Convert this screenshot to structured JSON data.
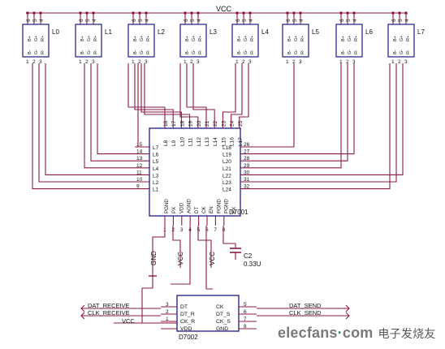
{
  "labels": {
    "vcc_top": "VCC",
    "led_names": [
      "L0",
      "L1",
      "L2",
      "L3",
      "L4",
      "L5",
      "L6",
      "L7"
    ],
    "led_pin_top": [
      "6",
      "5",
      "4"
    ],
    "led_pin_bottom": [
      "1",
      "2",
      "3"
    ],
    "led_pin_names_top": [
      "B+",
      "G+",
      "R+"
    ],
    "led_pin_names_bottom": [
      "B-",
      "G-",
      "R-"
    ],
    "d7001": {
      "name": "D7001",
      "top_numbers": [
        "16",
        "17",
        "18",
        "19",
        "20",
        "21",
        "22",
        "23",
        "24",
        "25"
      ],
      "top_names": [
        "L8",
        "L9",
        "L10",
        "L11",
        "L12",
        "L13",
        "L14",
        "L15",
        "L16",
        "L17"
      ],
      "left_numbers": [
        "15",
        "14",
        "13",
        "12",
        "11",
        "10",
        "9"
      ],
      "left_names": [
        "L7",
        "L6",
        "L5",
        "L4",
        "L3",
        "L2",
        "L1"
      ],
      "right_numbers": [
        "26",
        "27",
        "28",
        "29",
        "30",
        "31",
        "32"
      ],
      "right_names": [
        "L18",
        "L19",
        "L20",
        "L21",
        "L22",
        "L23",
        "L24"
      ],
      "bottom_numbers": [
        "1",
        "2",
        "3",
        "4",
        "5",
        "6",
        "7",
        "8"
      ],
      "bottom_names": [
        "PGND",
        "PX",
        "VDD",
        "AGND",
        "DT",
        "CK",
        "EN",
        "PGND",
        "PGND",
        "EX"
      ]
    },
    "gnd": "GND",
    "vcc_mid_1": "VCC",
    "vcc_mid_2": "VCC",
    "cap_name": "C2",
    "cap_value": "0.33U",
    "d7002": {
      "name": "D7002",
      "left_numbers": [
        "3",
        "2",
        "1"
      ],
      "left_pin_names": [
        "DT",
        "DT_R",
        "CK_R",
        "VDD"
      ],
      "right_numbers": [
        "5",
        "6",
        "7",
        "8"
      ],
      "right_pin_names": [
        "CK",
        "DT_S",
        "CK_S",
        "GND"
      ]
    },
    "net_dat_receive": "DAT_RECEIVE",
    "net_clk_receive": "CLK_RECEIVE",
    "net_vcc": "VCC",
    "net_dat_send": "DAT_SEND",
    "net_clk_send": "CLK_SEND"
  },
  "watermark": {
    "brand_left": "elecfans",
    "brand_dot": "·",
    "brand_right": "com",
    "chinese": "电子发烧友"
  },
  "colors": {
    "wire": "#8b1a4a",
    "component": "#2b2b8c",
    "text": "#111111",
    "net_arrow": "#8b1a4a"
  }
}
